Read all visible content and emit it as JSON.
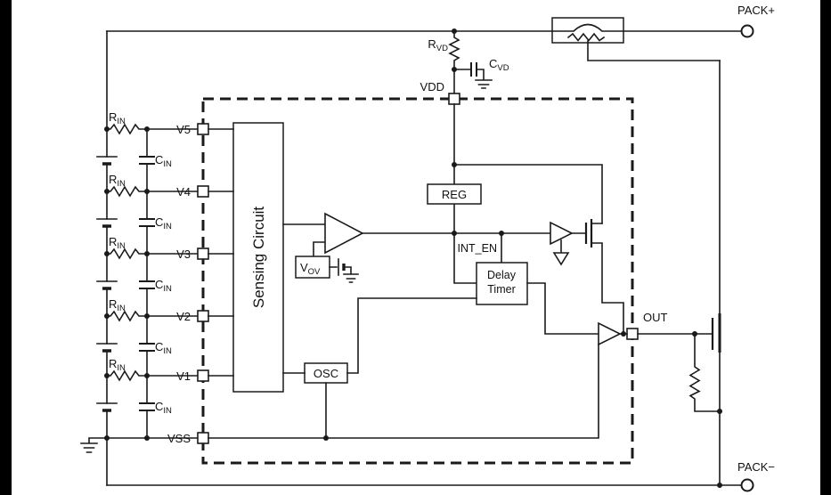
{
  "terminals": {
    "pack_plus": "PACK+",
    "pack_minus": "PACK−"
  },
  "supply": {
    "r_vd": {
      "base": "R",
      "sub": "VD"
    },
    "c_vd": {
      "base": "C",
      "sub": "VD"
    },
    "vdd_label": "VDD"
  },
  "filter": {
    "r_in": {
      "base": "R",
      "sub": "IN"
    },
    "c_in": {
      "base": "C",
      "sub": "IN"
    }
  },
  "ic": {
    "pins": {
      "v5": "V5",
      "v4": "V4",
      "v3": "V3",
      "v2": "V2",
      "v1": "V1",
      "vss": "VSS",
      "out": "OUT"
    },
    "blocks": {
      "sensing": "Sensing Circuit",
      "reg": "REG",
      "osc": "OSC",
      "delay1": "Delay",
      "delay2": "Timer"
    },
    "signals": {
      "int_en": "INT_EN",
      "v_ov": {
        "base": "V",
        "sub": "OV"
      }
    }
  }
}
